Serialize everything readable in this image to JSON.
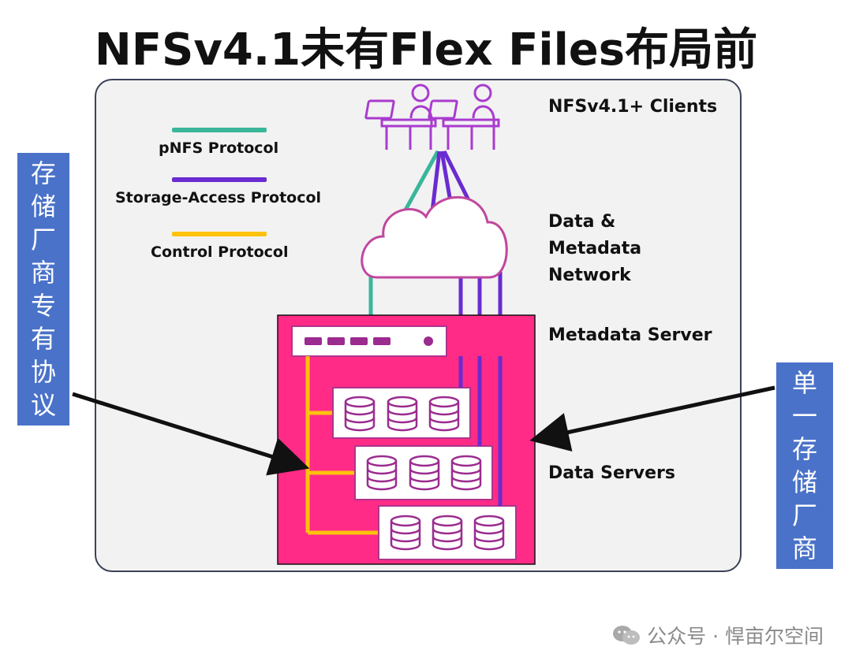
{
  "title": "NFSv4.1未有Flex Files布局前",
  "legend": [
    {
      "label": "pNFS Protocol",
      "color": "#3bb69a"
    },
    {
      "label": "Storage-Access Protocol",
      "color": "#6a2bd0"
    },
    {
      "label": "Control Protocol",
      "color": "#ffc20e"
    }
  ],
  "labels": {
    "clients": "NFSv4.1+ Clients",
    "network": [
      "Data &",
      "Metadata",
      "Network"
    ],
    "metadata_server": "Metadata Server",
    "data_servers": "Data Servers"
  },
  "callouts": {
    "left": [
      "存",
      "储",
      "厂",
      "商",
      "专",
      "有",
      "协",
      "议"
    ],
    "right": [
      "单",
      "一",
      "存",
      "储",
      "厂",
      "商"
    ]
  },
  "watermark": {
    "text": "公众号 · 悍亩尔空间",
    "icon": "wechat-icon"
  },
  "colors": {
    "accent_pink": "#ff2b86",
    "callout_blue": "#4a72c9",
    "purple": "#6a2bd0",
    "teal": "#3bb69a",
    "yellow": "#ffc20e"
  }
}
